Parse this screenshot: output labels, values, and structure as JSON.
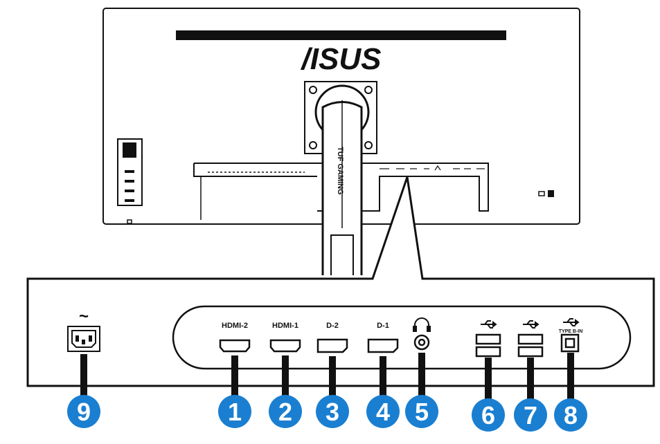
{
  "brand_logo": "/ISUS",
  "stand_text": "TUF GAMING",
  "ports": [
    {
      "number": "1",
      "label": "HDMI-2",
      "icon": "hdmi-port"
    },
    {
      "number": "2",
      "label": "HDMI-1",
      "icon": "hdmi-port"
    },
    {
      "number": "3",
      "label": "D-2",
      "icon": "displayport-port"
    },
    {
      "number": "4",
      "label": "D-1",
      "icon": "displayport-port"
    },
    {
      "number": "5",
      "label": "",
      "icon": "headphone-jack"
    },
    {
      "number": "6",
      "label": "",
      "icon": "usb-a-port"
    },
    {
      "number": "7",
      "label": "",
      "icon": "usb-a-port"
    },
    {
      "number": "8",
      "label": "TYPE B-IN",
      "icon": "usb-b-port"
    },
    {
      "number": "9",
      "label": "~",
      "icon": "ac-power-inlet"
    }
  ],
  "colors": {
    "callout": "#1a7fd1",
    "line": "#111111",
    "background": "#ffffff"
  }
}
